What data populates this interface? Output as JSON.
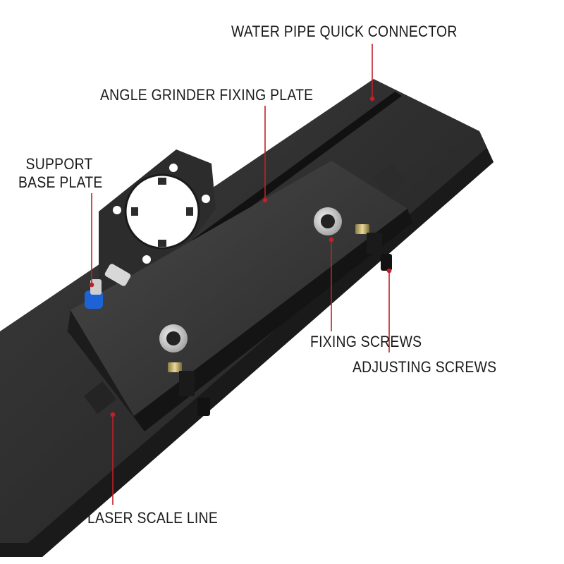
{
  "labels": {
    "water_pipe": "WATER PIPE QUICK CONNECTOR",
    "angle_grinder": "ANGLE GRINDER FIXING PLATE",
    "support_base_line1": "SUPPORT",
    "support_base_line2": "BASE PLATE",
    "fixing_screws": "FIXING SCREWS",
    "adjusting_screws": "ADJUSTING SCREWS",
    "laser_scale": "LASER SCALE LINE"
  },
  "colors": {
    "background": "#ffffff",
    "plate_dark": "#2a2a2a",
    "plate_mid": "#3a3a3a",
    "leader_line": "#c0202a",
    "text": "#1a1a1a",
    "connector_blue": "#1e63d6"
  }
}
